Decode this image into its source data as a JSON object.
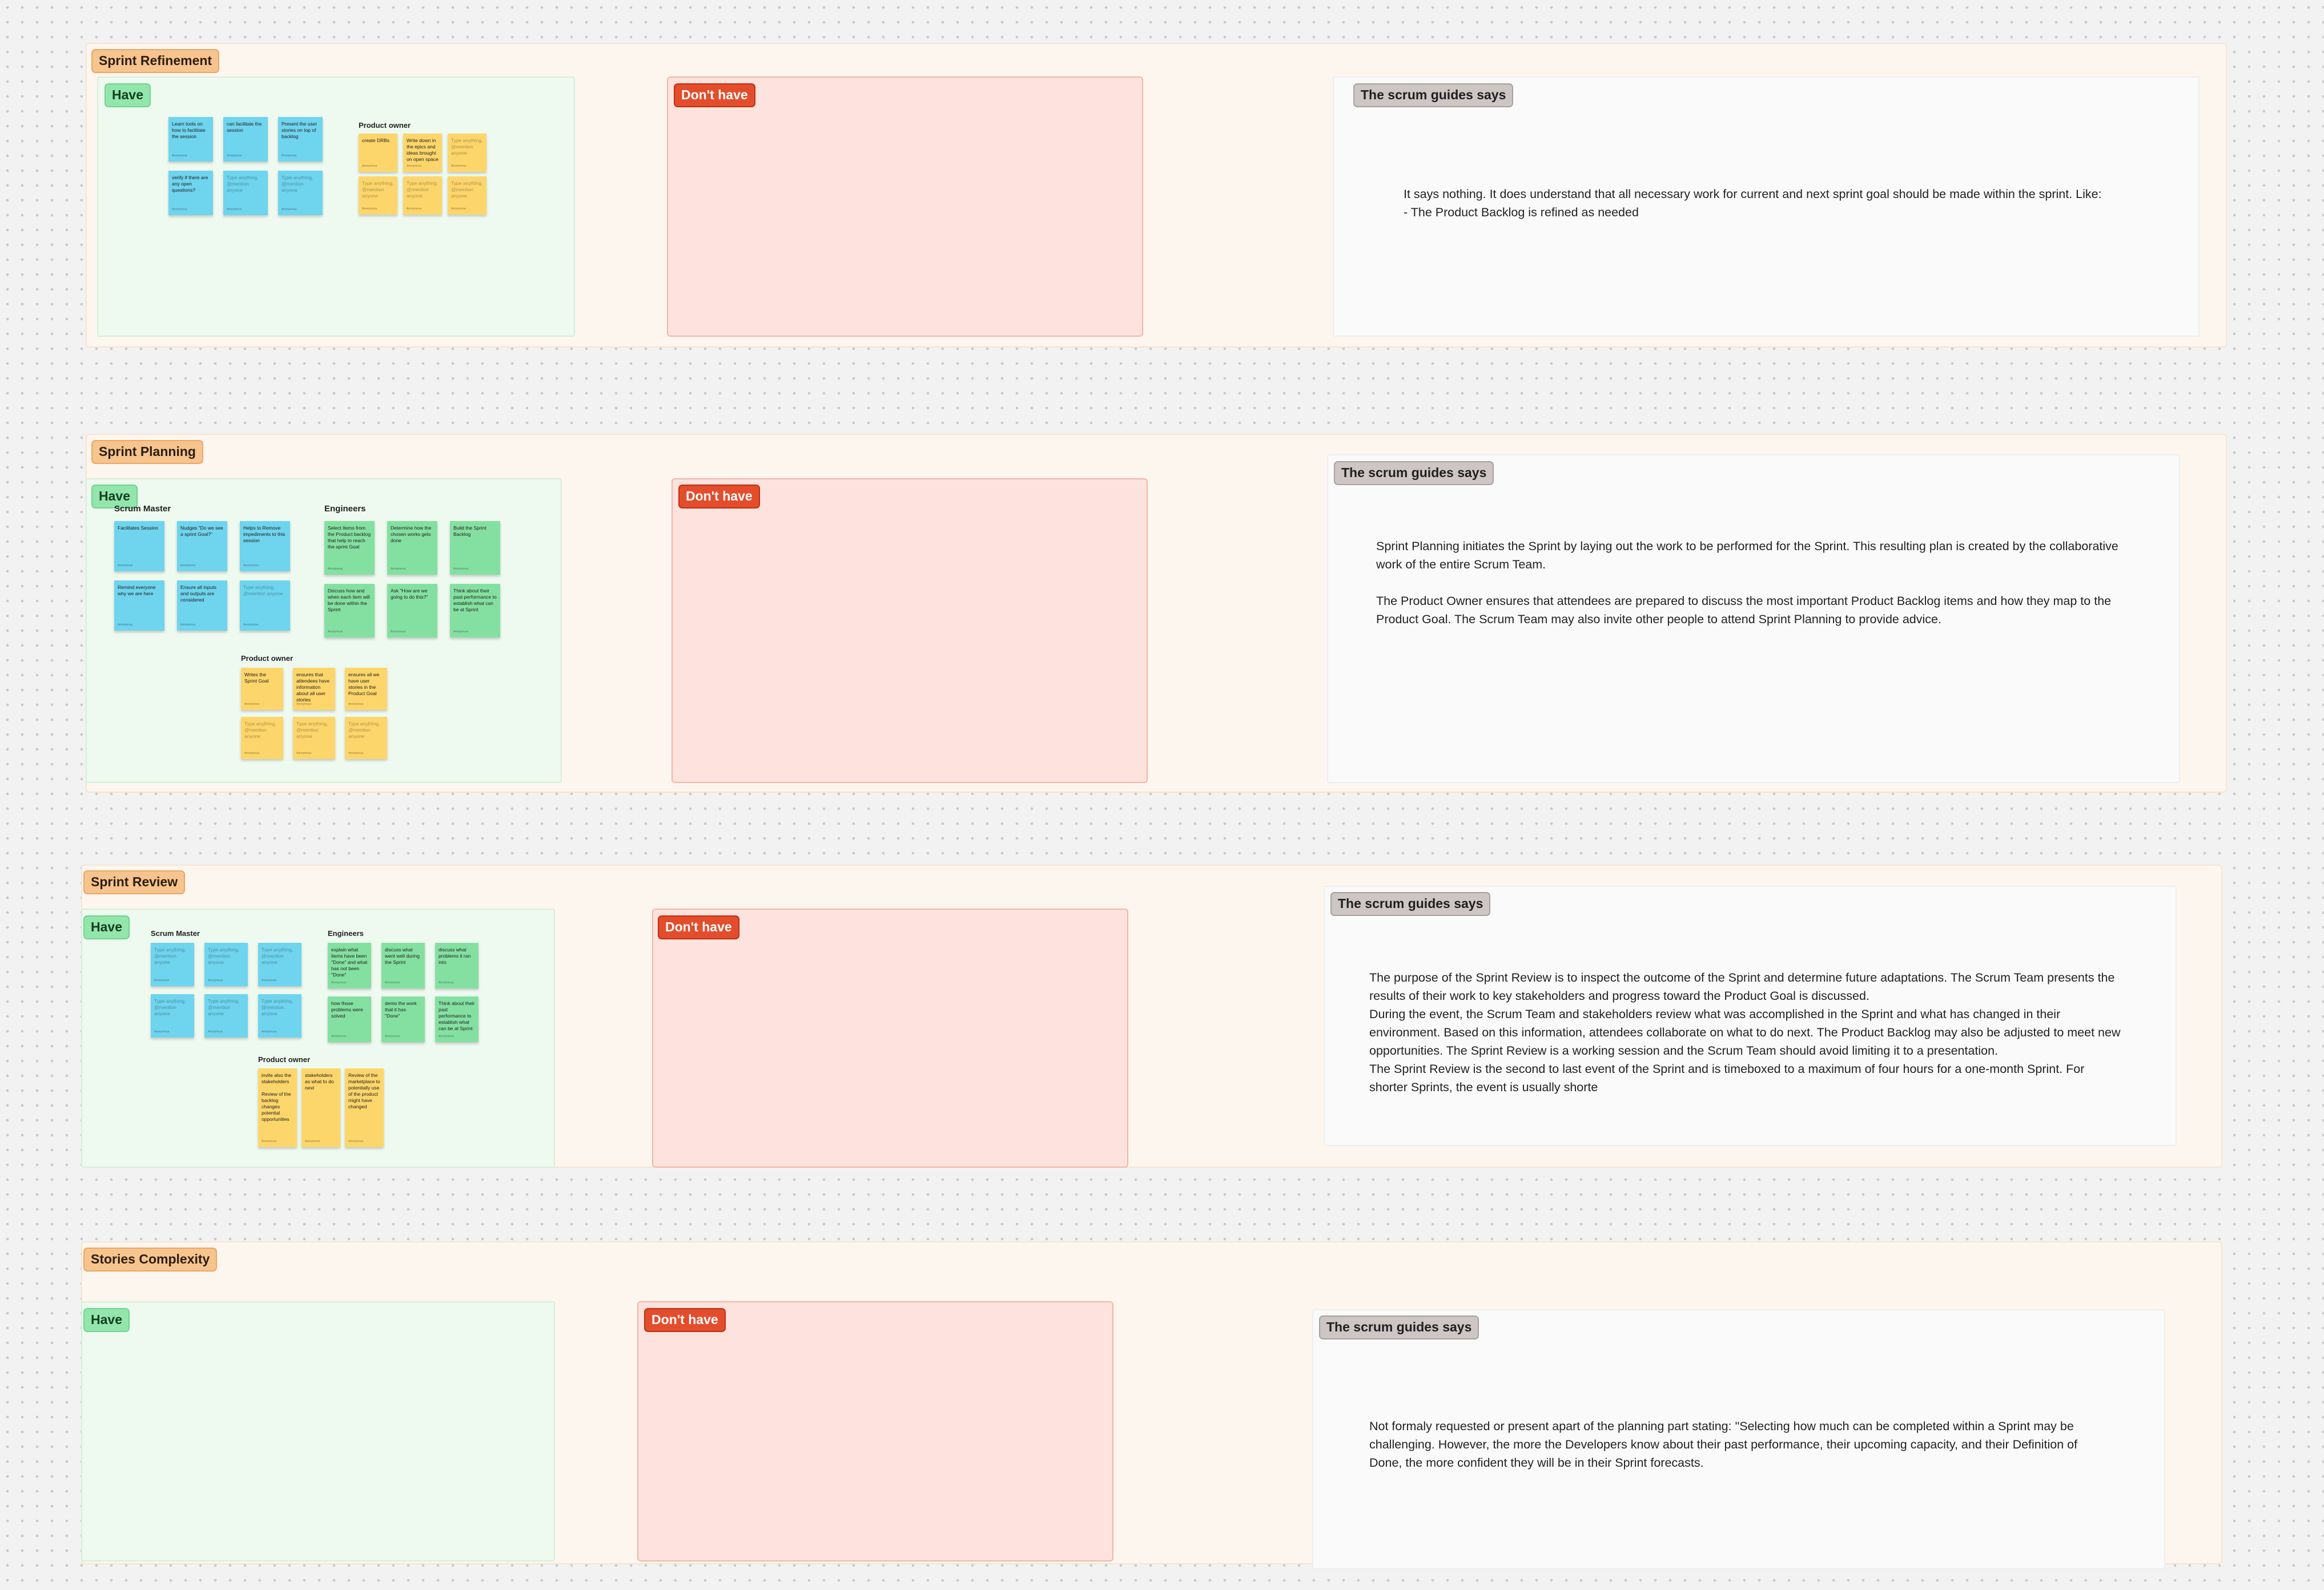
{
  "have_label": "Have",
  "dont_have_label": "Don't have",
  "guides_label": "The scrum guides says",
  "placeholder_note": "Type anything, @mention anyone",
  "sections": [
    {
      "title": "Sprint Refinement",
      "guides_text": "It says nothing. It does understand that all necessary work for current and next sprint goal should be made within the sprint. Like:\n- The Product Backlog is refined as needed",
      "groups": [
        {
          "label": "",
          "notes": [
            "Learn tools on how to facilitate the session",
            "can facilitate the session",
            "Present the user stories on top of backlog",
            "verify if there are any open questions?",
            "",
            ""
          ]
        },
        {
          "label": "Product owner",
          "notes": [
            "create DRBs",
            "Write down in the epics and ideas brought on open space",
            "",
            "",
            "",
            ""
          ]
        }
      ]
    },
    {
      "title": "Sprint Planning",
      "guides_text": "Sprint Planning initiates the Sprint by laying out the work to be performed for the Sprint. This resulting plan is created by the collaborative work of the entire Scrum Team.\n\nThe Product Owner ensures that attendees are prepared to discuss the most important Product Backlog items and how they map to the Product Goal. The Scrum Team may also invite other people to attend Sprint Planning to provide advice.",
      "groups": [
        {
          "label": "Scrum Master",
          "notes": [
            "Facilitates Session",
            "Nudges \"Do we see a sprint Goal?\"",
            "Helps to Remove impediments to this session",
            "Remind everyone why we are here",
            "Ensure all inputs and outputs are considered",
            ""
          ]
        },
        {
          "label": "Engineers",
          "notes": [
            "Select Items from the Product backlog that help to reach the sprint Goal",
            "Determine how the chosen works gets done",
            "Build the Sprint Backlog",
            "Discuss how and when each item will be done within the Sprint",
            "Ask \"How are we going to do this?\"",
            "Think about their past performance to establish what can be at Sprint"
          ]
        },
        {
          "label": "Product owner",
          "notes": [
            "Writes the Sprint Goal",
            "ensures that attendees have information about all user stories",
            "ensures all we have user stories in the Product Goal",
            "",
            "",
            ""
          ]
        }
      ]
    },
    {
      "title": "Sprint Review",
      "guides_text": "The purpose of the Sprint Review is to inspect the outcome of the Sprint and determine future adaptations. The Scrum Team presents the results of their work to key stakeholders and progress toward the Product Goal is discussed.\nDuring the event, the Scrum Team and stakeholders review what was accomplished in the Sprint and what has changed in their environment. Based on this information, attendees collaborate on what to do next. The Product Backlog may also be adjusted to meet new opportunities. The Sprint Review is a working session and the Scrum Team should avoid limiting it to a presentation.\nThe Sprint Review is the second to last event of the Sprint and is timeboxed to a maximum of four hours for a one-month Sprint. For shorter Sprints, the event is usually shorte",
      "groups": [
        {
          "label": "Scrum Master",
          "notes": [
            "",
            "",
            "",
            "",
            "",
            ""
          ]
        },
        {
          "label": "Engineers",
          "notes": [
            "explain what items have been \"Done\" and what has not been \"Done\"",
            "discuss what went well during the Sprint",
            "discuss what problems it ran into",
            "how those problems were solved",
            "demo the work that it has \"Done\"",
            "Think about their past performance to establish what can be at Sprint"
          ]
        },
        {
          "label": "Product owner",
          "notes": [
            "invite also the stakeholders\n\nReview of the backlog changes potential opportunities",
            "stakeholders as what to do next",
            "Review of the marketplace to potentially use of the product might have changed"
          ]
        }
      ]
    },
    {
      "title": "Stories Complexity",
      "guides_text": "Not formaly requested or present apart of the planning part stating: \"Selecting how much can be completed within a Sprint may be challenging. However, the more the Developers know about their past performance, their upcoming capacity, and their Definition of Done, the more confident they will be in their Sprint forecasts.",
      "groups": []
    }
  ]
}
